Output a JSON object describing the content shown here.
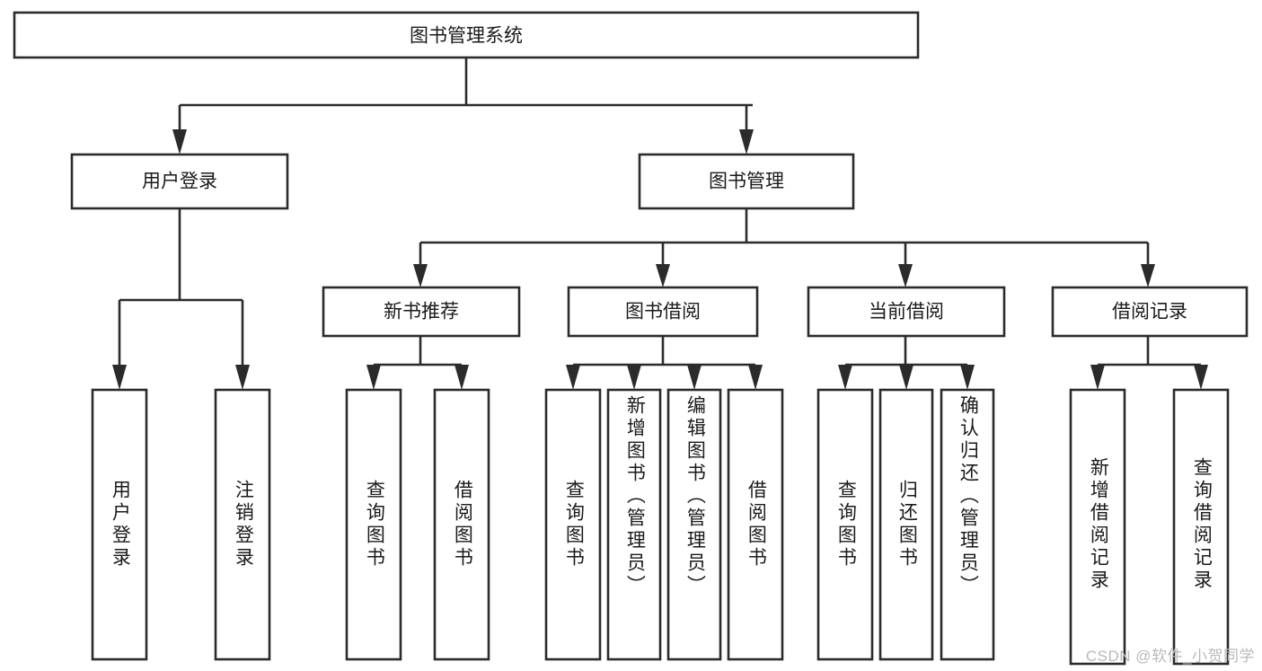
{
  "diagram": {
    "type": "tree-hierarchy",
    "title": "图书管理系统",
    "watermark": "CSDN @软件_小贺同学",
    "colors": {
      "box_stroke": "#2b2b2b",
      "box_fill": "#ffffff",
      "text": "#1a1a1a",
      "watermark": "#b9b9b9",
      "background": "#ffffff"
    },
    "root": {
      "id": "root",
      "label": "图书管理系统",
      "orientation": "horizontal"
    },
    "level1": [
      {
        "id": "user-login",
        "label": "用户登录",
        "orientation": "horizontal"
      },
      {
        "id": "book-manage",
        "label": "图书管理",
        "orientation": "horizontal"
      }
    ],
    "level2": [
      {
        "id": "new-book-recommend",
        "label": "新书推荐",
        "parent": "book-manage",
        "orientation": "horizontal"
      },
      {
        "id": "book-borrow",
        "label": "图书借阅",
        "parent": "book-manage",
        "orientation": "horizontal"
      },
      {
        "id": "current-borrow",
        "label": "当前借阅",
        "parent": "book-manage",
        "orientation": "horizontal"
      },
      {
        "id": "borrow-record",
        "label": "借阅记录",
        "parent": "book-manage",
        "orientation": "horizontal"
      }
    ],
    "leaves": [
      {
        "id": "leaf-user-login",
        "label": "用户登录",
        "parent": "user-login",
        "orientation": "vertical"
      },
      {
        "id": "leaf-user-logout",
        "label": "注销登录",
        "parent": "user-login",
        "orientation": "vertical"
      },
      {
        "id": "leaf-query-book-1",
        "label": "查询图书",
        "parent": "new-book-recommend",
        "orientation": "vertical"
      },
      {
        "id": "leaf-borrow-book-1",
        "label": "借阅图书",
        "parent": "new-book-recommend",
        "orientation": "vertical"
      },
      {
        "id": "leaf-query-book-2",
        "label": "查询图书",
        "parent": "book-borrow",
        "orientation": "vertical"
      },
      {
        "id": "leaf-add-book",
        "label": "新增图书（管理员）",
        "parent": "book-borrow",
        "orientation": "vertical"
      },
      {
        "id": "leaf-edit-book",
        "label": "编辑图书（管理员）",
        "parent": "book-borrow",
        "orientation": "vertical"
      },
      {
        "id": "leaf-borrow-book-2",
        "label": "借阅图书",
        "parent": "book-borrow",
        "orientation": "vertical"
      },
      {
        "id": "leaf-query-book-3",
        "label": "查询图书",
        "parent": "current-borrow",
        "orientation": "vertical"
      },
      {
        "id": "leaf-return-book",
        "label": "归还图书",
        "parent": "current-borrow",
        "orientation": "vertical"
      },
      {
        "id": "leaf-confirm-return",
        "label": "确认归还（管理员）",
        "parent": "current-borrow",
        "orientation": "vertical"
      },
      {
        "id": "leaf-add-record",
        "label": "新增借阅记录",
        "parent": "borrow-record",
        "orientation": "vertical"
      },
      {
        "id": "leaf-query-record",
        "label": "查询借阅记录",
        "parent": "borrow-record",
        "orientation": "vertical"
      }
    ]
  }
}
